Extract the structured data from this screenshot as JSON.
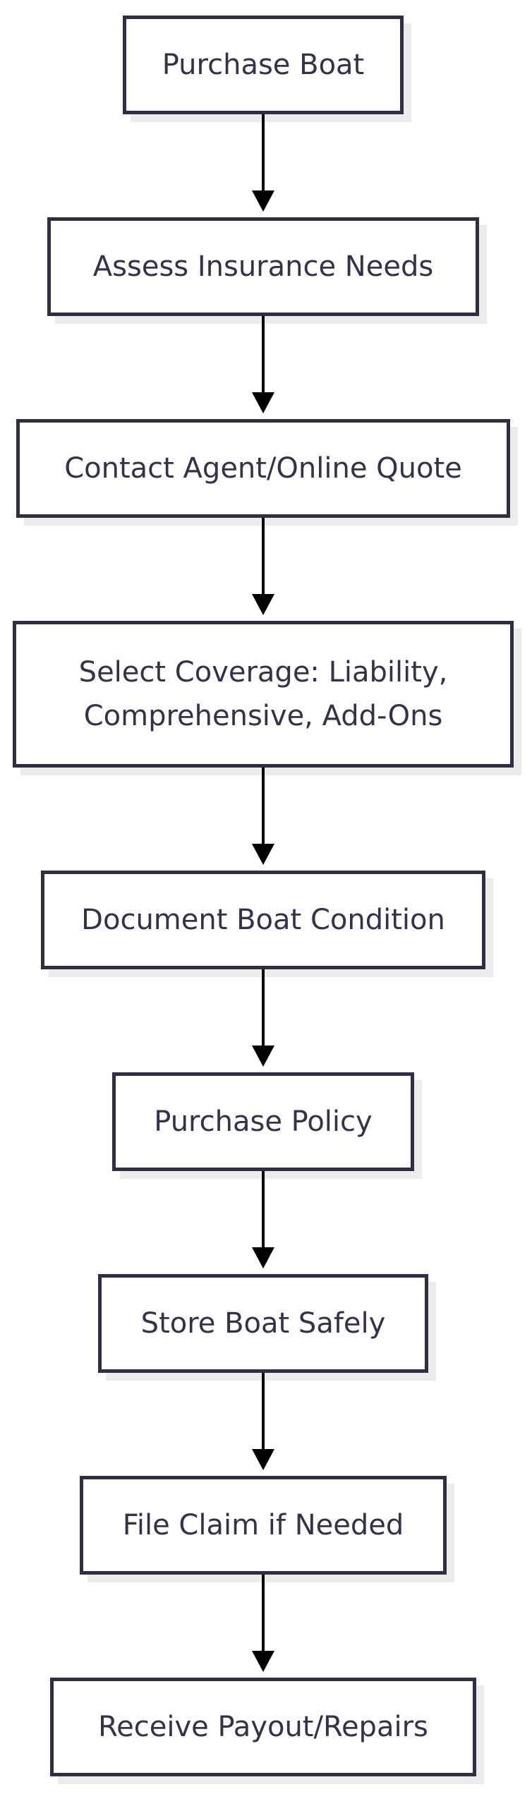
{
  "diagram": {
    "type": "flowchart",
    "direction": "top-down",
    "nodes": [
      {
        "id": "A",
        "label": "Purchase Boat"
      },
      {
        "id": "B",
        "label": "Assess Insurance Needs"
      },
      {
        "id": "C",
        "label": "Contact Agent/Online Quote"
      },
      {
        "id": "D",
        "label": "Select Coverage: Liability, Comprehensive, Add-Ons",
        "line1": "Select Coverage: Liability,",
        "line2": "Comprehensive, Add-Ons"
      },
      {
        "id": "E",
        "label": "Document Boat Condition"
      },
      {
        "id": "F",
        "label": "Purchase Policy"
      },
      {
        "id": "G",
        "label": "Store Boat Safely"
      },
      {
        "id": "H",
        "label": "File Claim if Needed"
      },
      {
        "id": "I",
        "label": "Receive Payout/Repairs"
      }
    ],
    "edges": [
      {
        "from": "A",
        "to": "B"
      },
      {
        "from": "B",
        "to": "C"
      },
      {
        "from": "C",
        "to": "D"
      },
      {
        "from": "D",
        "to": "E"
      },
      {
        "from": "E",
        "to": "F"
      },
      {
        "from": "F",
        "to": "G"
      },
      {
        "from": "G",
        "to": "H"
      },
      {
        "from": "H",
        "to": "I"
      }
    ],
    "colors": {
      "node_fill": "#ffffff",
      "node_border": "#2e2e44",
      "node_text": "#32324a",
      "arrow": "#000000",
      "shadow": "#ececec",
      "background": "#ffffff"
    }
  }
}
